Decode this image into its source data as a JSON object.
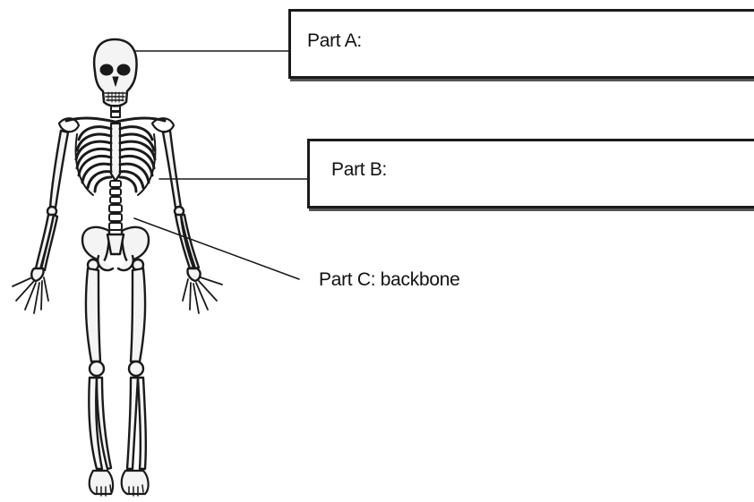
{
  "labels": {
    "part_a": "Part A:",
    "part_b": "Part B:",
    "part_c": "Part C: backbone"
  },
  "colors": {
    "ink": "#1a1a1a",
    "background": "#ffffff"
  }
}
